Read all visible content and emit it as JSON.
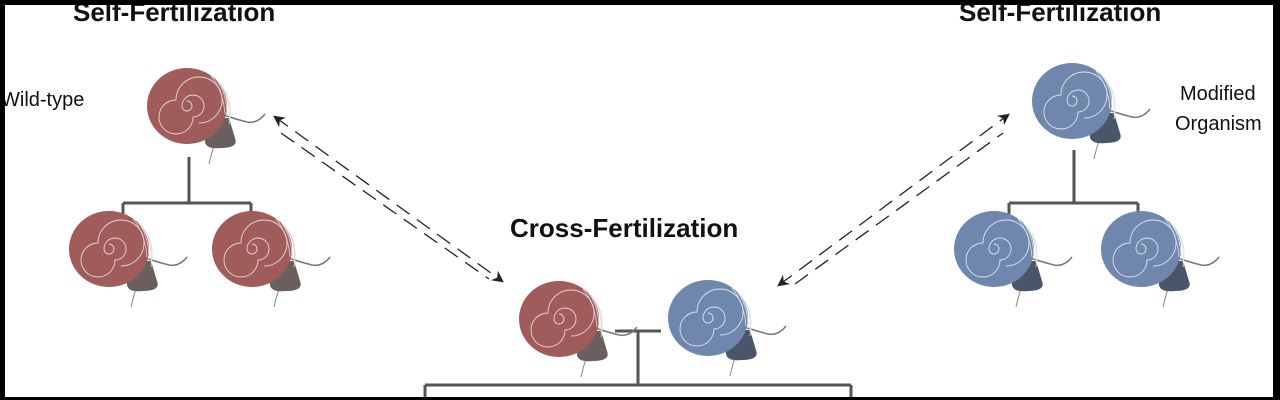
{
  "colors": {
    "wild_body": "#a05c5a",
    "wild_foot": "#6a5e5e",
    "modified_body": "#6f87ac",
    "modified_foot": "#49566a",
    "line": "#555555",
    "arrow": "#222222",
    "spiral": "#e6d6d6",
    "background": "#ffffff",
    "frame": "#000000"
  },
  "labels": {
    "left_heading": "Self-Fertilization",
    "right_heading": "Self-Fertilization",
    "center_heading": "Cross-Fertilization",
    "wild_type": "Wild-type",
    "modified_line1": "Modified",
    "modified_line2": "Organism"
  },
  "icons": {
    "snail": "snail-icon",
    "arrow": "dashed-double-arrow-icon"
  }
}
